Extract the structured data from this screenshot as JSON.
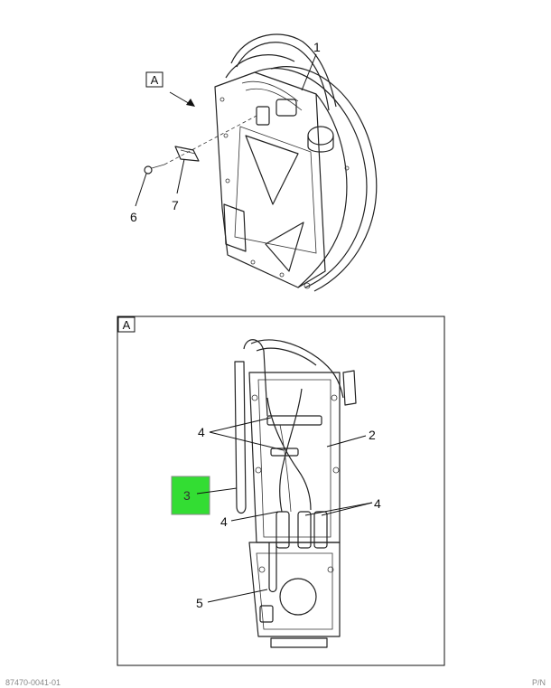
{
  "upper_view": {
    "view_tag": "A",
    "callouts": {
      "c1": "1",
      "c6": "6",
      "c7": "7"
    }
  },
  "detail_view": {
    "frame_label": "A",
    "callouts": {
      "c4_upper": "4",
      "c2": "2",
      "c3": "3",
      "c4_lower_left": "4",
      "c4_lower_right": "4",
      "c5": "5"
    },
    "highlight_color": "#33dd33"
  },
  "footer": {
    "left": "87470-0041-01",
    "right": "P/N"
  }
}
